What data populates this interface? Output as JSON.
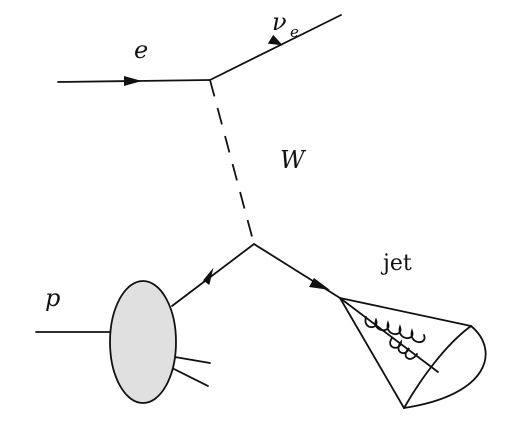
{
  "labels": {
    "electron": "e",
    "neutrino": "ν",
    "neutrino_sub": "e",
    "w_boson": "W",
    "jet": "jet",
    "proton": "p"
  },
  "colors": {
    "ink": "#111111",
    "proton_blob_fill": "#e0e0e0",
    "background": "#ffffff"
  }
}
